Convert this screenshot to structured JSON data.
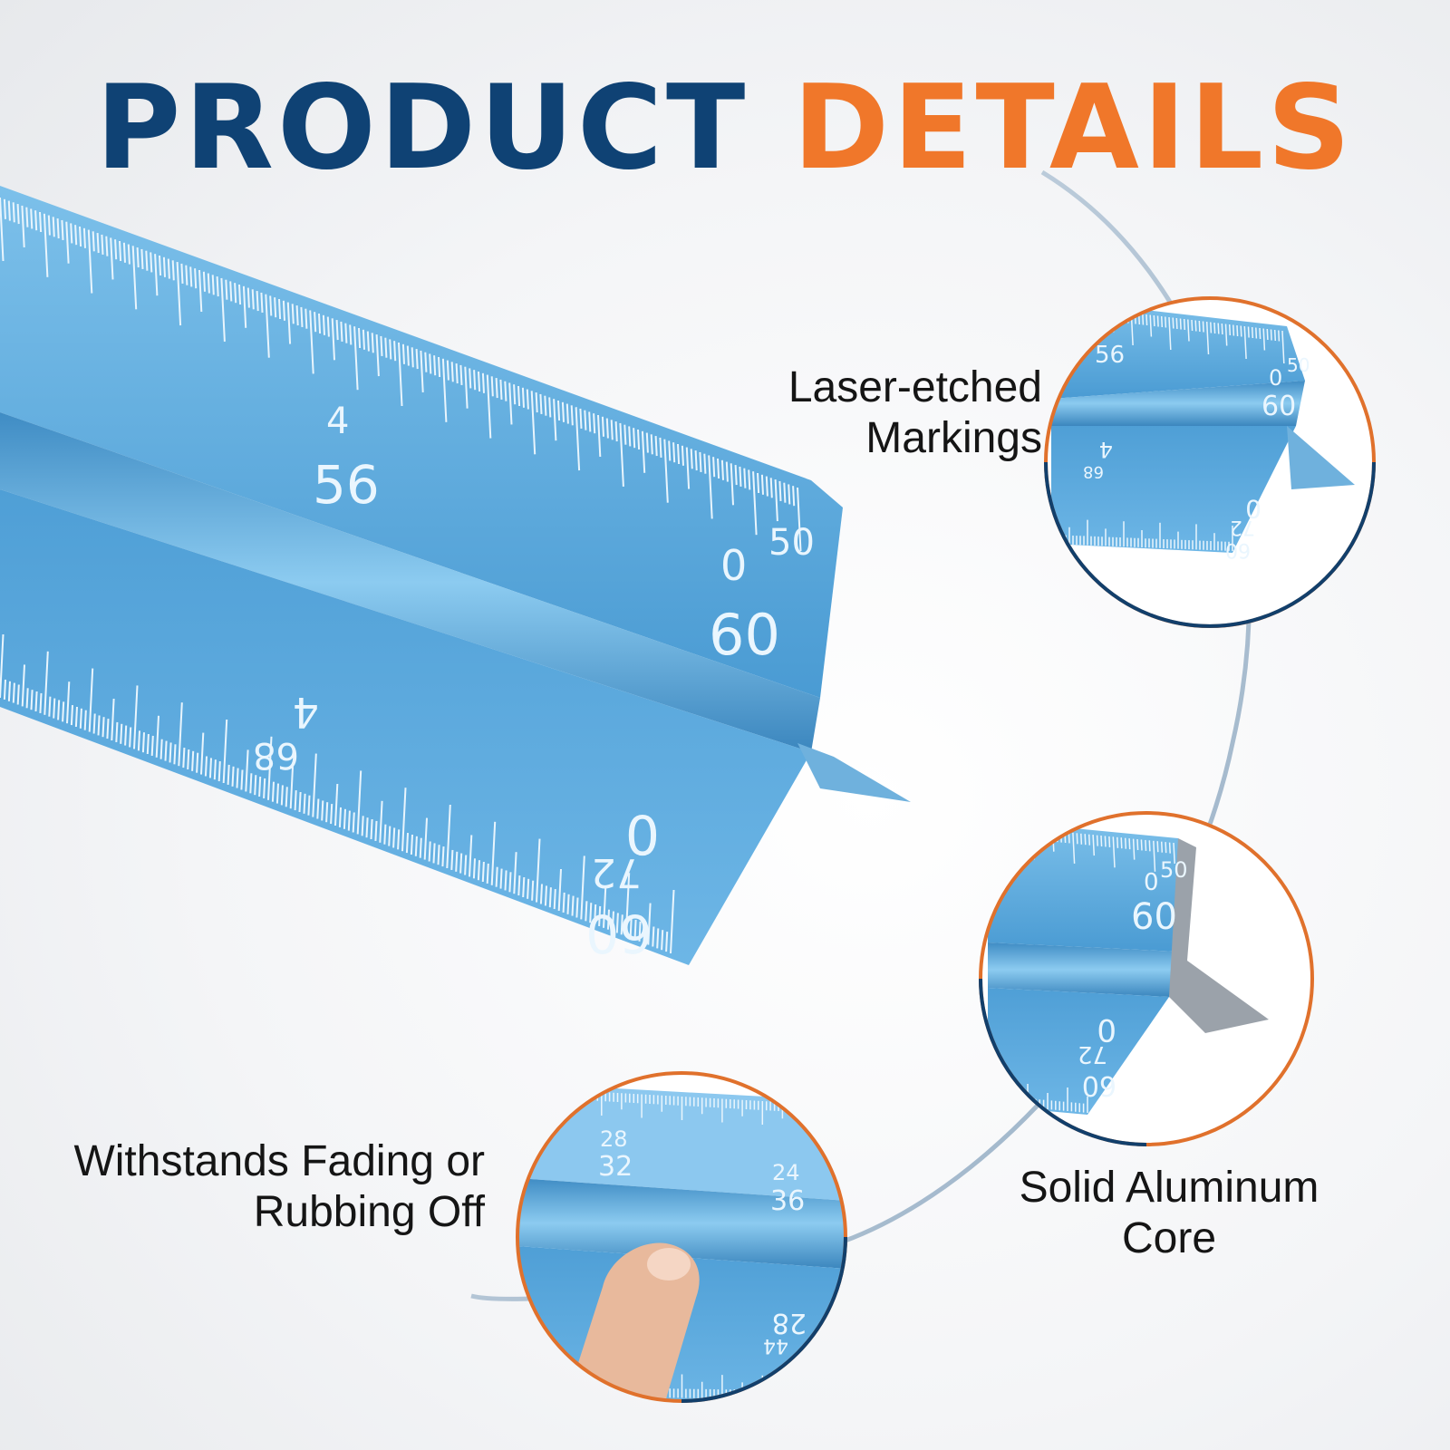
{
  "heading": {
    "word1": "PRODUCT",
    "word2": "DETAILS",
    "color1": "#0f4274",
    "color2": "#f0772a"
  },
  "ruler": {
    "color": "#5aa8dc",
    "upper_face": {
      "labels": [
        "4",
        "56",
        "50",
        "0",
        "60"
      ]
    },
    "lower_face": {
      "labels": [
        "4",
        "68",
        "0",
        "72",
        "60"
      ]
    }
  },
  "callouts": [
    {
      "id": "laser",
      "lines": [
        "Laser-etched",
        "Markings"
      ]
    },
    {
      "id": "solid",
      "lines": [
        "Solid Aluminum",
        "Core"
      ]
    },
    {
      "id": "fade",
      "lines": [
        "Withstands Fading or",
        "Rubbing Off"
      ]
    }
  ],
  "detail_circles": [
    {
      "id": "laser",
      "labels": [
        "56",
        "50",
        "0",
        "60",
        "4",
        "68",
        "0",
        "72",
        "60"
      ],
      "ring_color": "#e0712c"
    },
    {
      "id": "solid",
      "labels": [
        "50",
        "0",
        "60",
        "0",
        "72",
        "60"
      ],
      "ring_color": "#e0712c"
    },
    {
      "id": "fade",
      "labels": [
        "28",
        "32",
        "24",
        "36",
        "28",
        "44"
      ],
      "ring_color": "#e0712c"
    }
  ]
}
